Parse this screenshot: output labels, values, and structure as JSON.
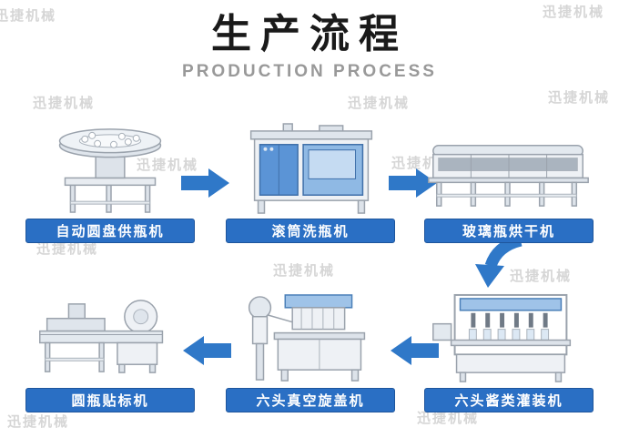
{
  "watermark": "迅捷机械",
  "header": {
    "title": "生产流程",
    "subtitle": "PRODUCTION PROCESS"
  },
  "colors": {
    "label_bg": "#2a6fc4",
    "arrow": "#2f78c8",
    "title": "#1a1a1a",
    "subtitle": "#999999",
    "watermark": "#d6d6d6"
  },
  "flow": {
    "row1_direction": "right",
    "transition": "down",
    "row2_direction": "left"
  },
  "icons": {
    "arrow_right": "block-arrow-right",
    "arrow_left": "block-arrow-left",
    "arrow_down": "curved-block-arrow-down"
  },
  "steps": [
    {
      "order": 1,
      "label": "自动圆盘供瓶机",
      "machine": "rotary-disc-bottle-feeder"
    },
    {
      "order": 2,
      "label": "滚筒洗瓶机",
      "machine": "drum-bottle-washer"
    },
    {
      "order": 3,
      "label": "玻璃瓶烘干机",
      "machine": "glass-bottle-dryer"
    },
    {
      "order": 4,
      "label": "六头酱类灌装机",
      "machine": "six-head-sauce-filling-machine"
    },
    {
      "order": 5,
      "label": "六头真空旋盖机",
      "machine": "six-head-vacuum-capping-machine"
    },
    {
      "order": 6,
      "label": "圆瓶贴标机",
      "machine": "round-bottle-labeling-machine"
    }
  ]
}
